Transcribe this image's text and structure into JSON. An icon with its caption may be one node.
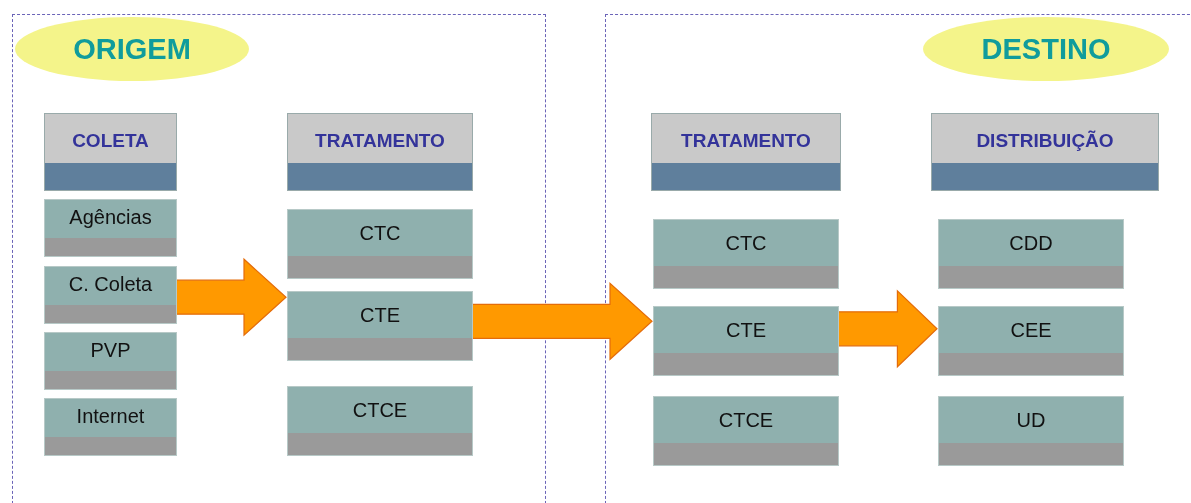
{
  "diagram": {
    "nodes": [
      {
        "text": [],
        "shape": "box"
      },
      {
        "text": [
          "ORIGEM"
        ],
        "in": 0
      },
      {
        "text": [
          "COLETA"
        ],
        "in": 0
      },
      {
        "text": [
          "Agências"
        ],
        "in": 0
      },
      {
        "text": [
          "C. Coleta"
        ],
        "in": 0
      },
      {
        "text": [
          "PVP"
        ],
        "in": 0
      },
      {
        "text": [
          "Internet"
        ],
        "in": 0
      },
      {
        "text": [
          "TRATAMENTO"
        ],
        "in": 0
      },
      {
        "text": [
          "CTC"
        ],
        "in": 0
      },
      {
        "text": [
          "CTE"
        ],
        "in": 0
      },
      {
        "text": [
          "CTCE"
        ],
        "in": 0
      },
      {
        "text": [],
        "shape": "box"
      },
      {
        "text": [
          "DESTINO"
        ],
        "in": 11
      },
      {
        "text": [
          "TRATAMENTO"
        ],
        "in": 11
      },
      {
        "text": [
          "CTC"
        ],
        "in": 11
      },
      {
        "text": [
          "CTE"
        ],
        "in": 11
      },
      {
        "text": [
          "CTCE"
        ],
        "in": 11
      },
      {
        "text": [
          "DISTRIBUIÇÃO"
        ],
        "in": 11
      },
      {
        "text": [
          "CDD"
        ],
        "in": 11
      },
      {
        "text": [
          "CEE"
        ],
        "in": 11
      },
      {
        "text": [
          "UD"
        ],
        "in": 11
      }
    ],
    "edges": [
      {
        "from": 4,
        "to": 9,
        "arrow": "to"
      },
      {
        "from": 9,
        "to": 15,
        "arrow": "to"
      },
      {
        "from": 15,
        "to": 19,
        "arrow": "to"
      }
    ]
  }
}
